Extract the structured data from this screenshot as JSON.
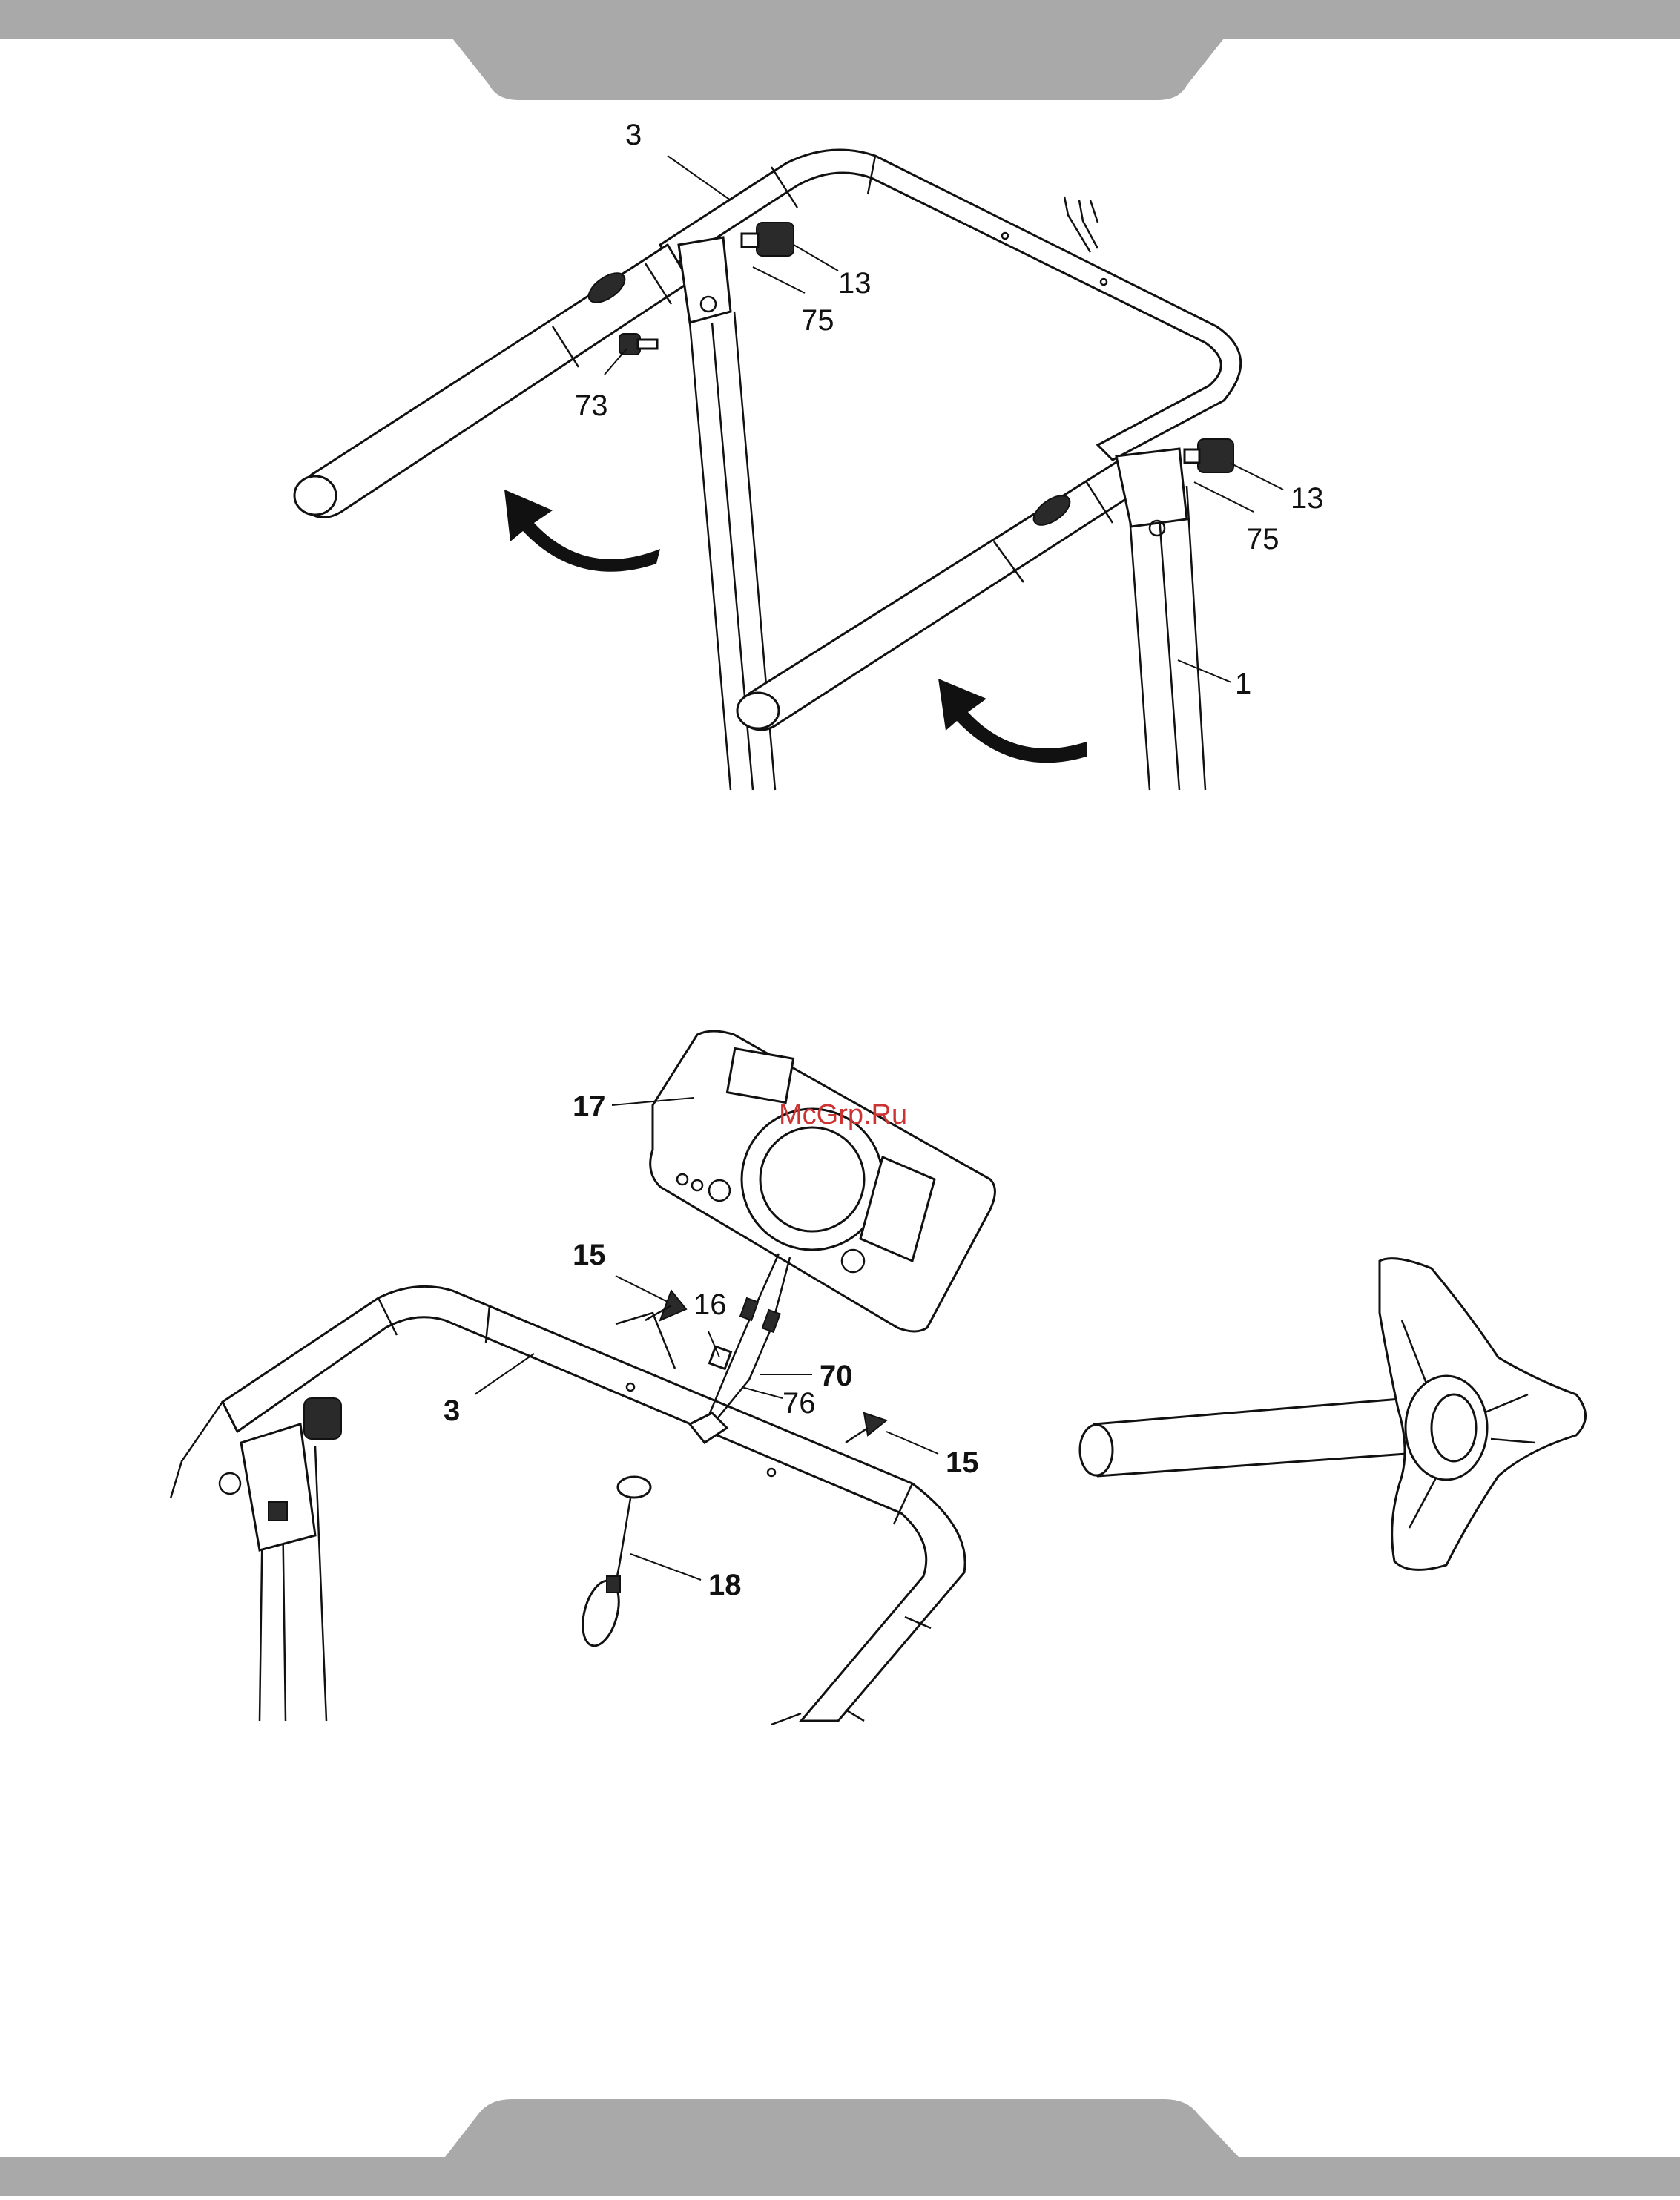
{
  "watermark": "McGrp.Ru",
  "colors": {
    "header_band": "#a9a9a9",
    "arrow": "#111111",
    "watermark": "#cc3333"
  },
  "figure_top": {
    "callouts": [
      "3",
      "13",
      "75",
      "73",
      "13",
      "75",
      "1"
    ]
  },
  "figure_bottom": {
    "callouts": [
      "17",
      "15",
      "16",
      "70",
      "3",
      "76",
      "15",
      "18"
    ]
  }
}
